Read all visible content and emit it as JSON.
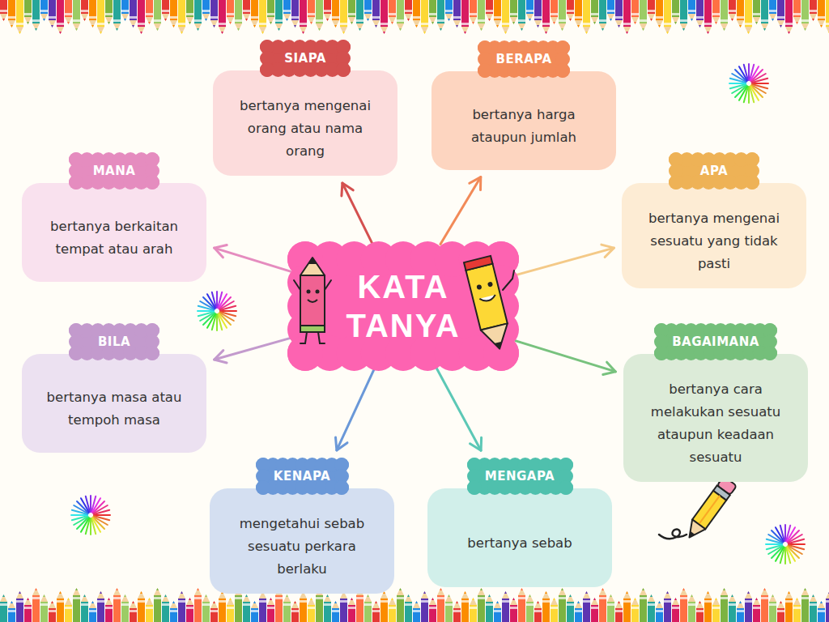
{
  "diagram": {
    "nodes": [
      {
        "text": [
          "KATA TANYA"
        ]
      },
      {
        "text": [
          "SIAPA",
          "bertanya mengenai orang atau nama orang"
        ]
      },
      {
        "text": [
          "BERAPA",
          "bertanya harga ataupun jumlah"
        ]
      },
      {
        "text": [
          "MANA",
          "bertanya berkaitan tempat atau arah"
        ]
      },
      {
        "text": [
          "APA",
          "bertanya mengenai sesuatu yang tidak pasti"
        ]
      },
      {
        "text": [
          "BILA",
          "bertanya masa atau tempoh masa"
        ]
      },
      {
        "text": [
          "BAGAIMANA",
          "bertanya cara melakukan sesuatu ataupun keadaan sesuatu"
        ]
      },
      {
        "text": [
          "KENAPA",
          "mengetahui sebab sesuatu perkara berlaku"
        ]
      },
      {
        "text": [
          "MENGAPA",
          "bertanya sebab"
        ]
      }
    ],
    "edges": [
      {
        "from": 0,
        "to": 1,
        "arrow": "to"
      },
      {
        "from": 0,
        "to": 2,
        "arrow": "to"
      },
      {
        "from": 0,
        "to": 3,
        "arrow": "to"
      },
      {
        "from": 0,
        "to": 4,
        "arrow": "to"
      },
      {
        "from": 0,
        "to": 5,
        "arrow": "to"
      },
      {
        "from": 0,
        "to": 6,
        "arrow": "to"
      },
      {
        "from": 0,
        "to": 7,
        "arrow": "to"
      },
      {
        "from": 0,
        "to": 8,
        "arrow": "to"
      }
    ]
  }
}
